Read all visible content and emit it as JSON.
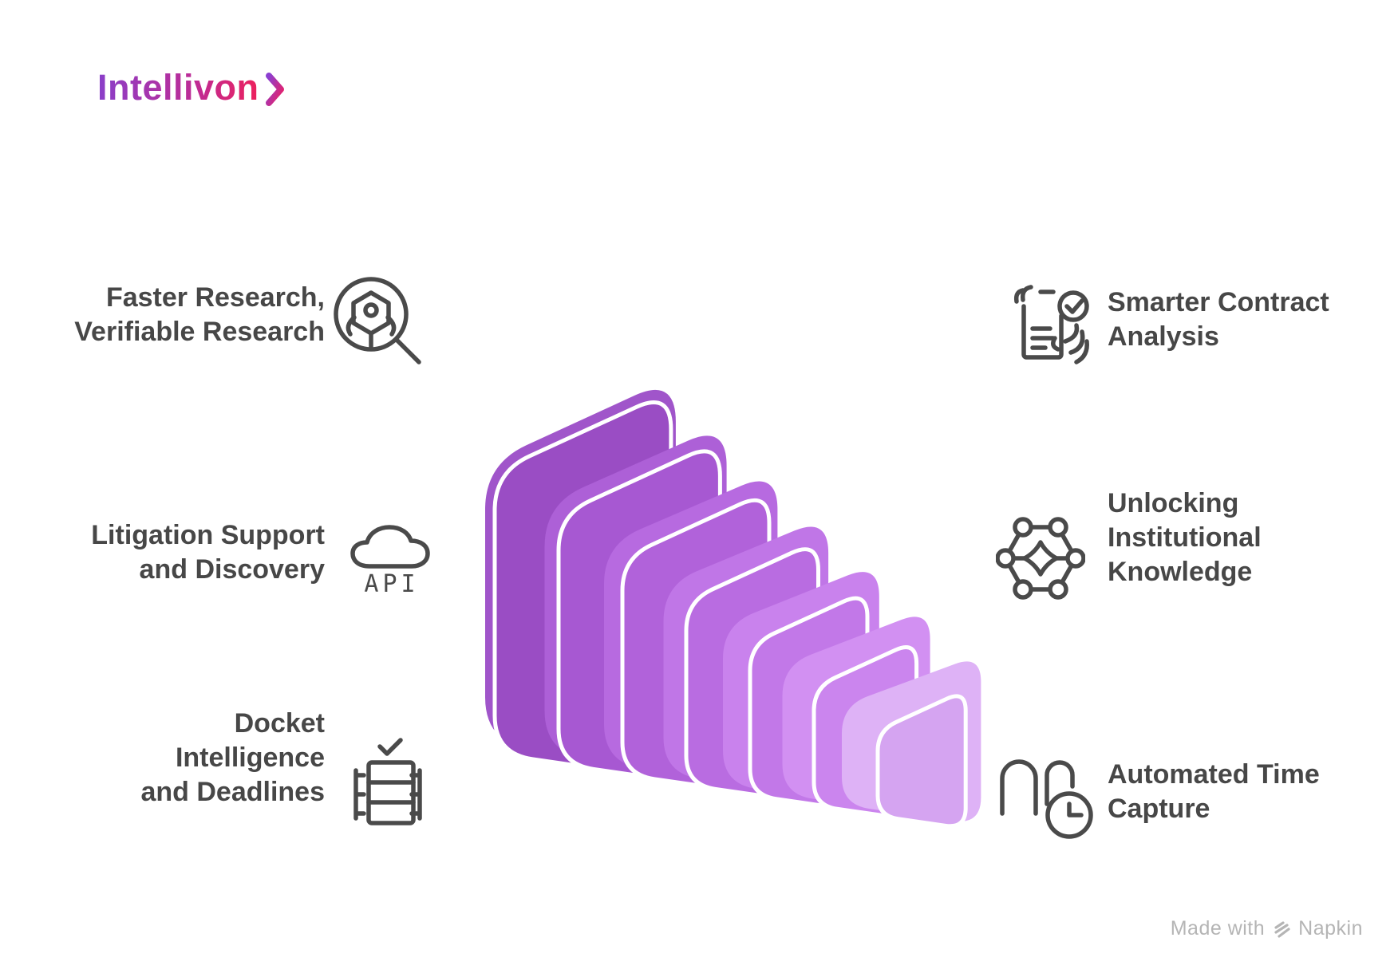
{
  "logo": {
    "text": "Intellivon",
    "chevron_icon": "chevron-right-icon"
  },
  "colors": {
    "background": "#ffffff",
    "text": "#474747",
    "icon_stroke": "#4a4a4a",
    "watermark": "#b5b5b5",
    "logo_gradient": [
      "#8a3fc9",
      "#c02b93",
      "#ed215c"
    ],
    "chevron_gradient": [
      "#8b3fd1",
      "#ed1e63"
    ]
  },
  "left_items": [
    {
      "icon": "research-bot-magnifier-icon",
      "lines": [
        "Faster Research,",
        "Verifiable Research"
      ]
    },
    {
      "icon": "cloud-api-icon",
      "icon_label": "API",
      "lines": [
        "Litigation Support",
        "and Discovery"
      ]
    },
    {
      "icon": "docket-table-check-icon",
      "lines": [
        "Docket",
        "Intelligence",
        "and Deadlines"
      ]
    }
  ],
  "right_items": [
    {
      "icon": "contract-analysis-icon",
      "lines": [
        "Smarter Contract",
        "Analysis"
      ]
    },
    {
      "icon": "knowledge-network-icon",
      "lines": [
        "Unlocking",
        "Institutional",
        "Knowledge"
      ]
    },
    {
      "icon": "automated-time-icon",
      "lines": [
        "Automated Time",
        "Capture"
      ]
    }
  ],
  "pyramid": {
    "description": "seven stacked rounded squares, large dark purple at back-left to small light purple at front-right",
    "layers": [
      {
        "face": "#9a4dc4",
        "back": "#a055ca"
      },
      {
        "face": "#a758d2",
        "back": "#ad60d7"
      },
      {
        "face": "#b162da",
        "back": "#b76ae0"
      },
      {
        "face": "#b96ce1",
        "back": "#c076e7"
      },
      {
        "face": "#c278e8",
        "back": "#c982ed"
      },
      {
        "face": "#cb85ee",
        "back": "#d290f2"
      },
      {
        "face": "#d5a4f1",
        "back": "#deb2f6"
      }
    ]
  },
  "watermark": {
    "prefix": "Made with",
    "brand": "Napkin"
  }
}
